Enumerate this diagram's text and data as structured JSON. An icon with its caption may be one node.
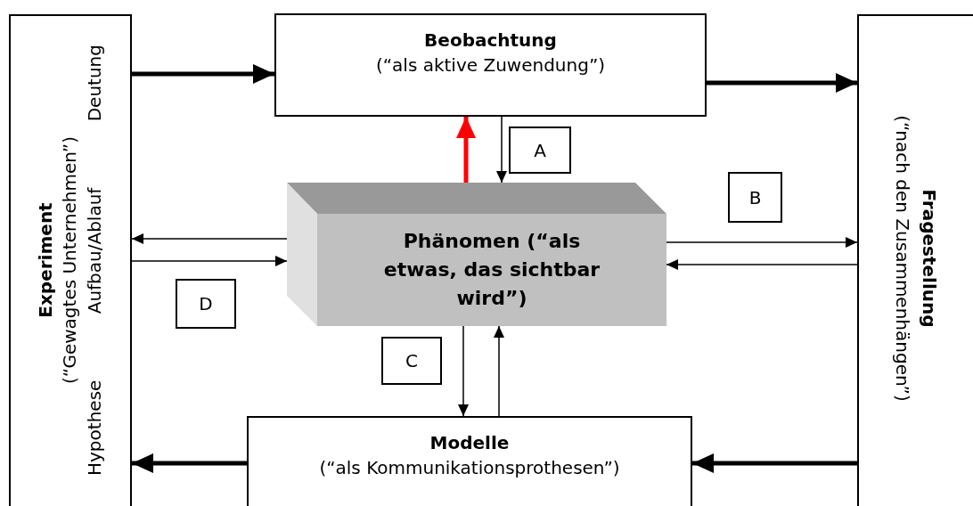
{
  "diagram": {
    "nodes": [
      {
        "text": [
          "Experiment",
          "(“Gewagtes Unternehmen”)",
          "Hypothese",
          "Aufbau/Ablauf",
          "Deutung"
        ]
      },
      {
        "text": [
          "Beobachtung",
          "(“als aktive Zuwendung”)"
        ]
      },
      {
        "text": [
          "Fragestellung",
          "(“nach den Zusammenhängen”)"
        ]
      },
      {
        "text": [
          "Phänomen (“als etwas, das sichtbar wird”)"
        ]
      },
      {
        "text": [
          "Modelle",
          "(“als Kommunikationsprothesen”)"
        ]
      },
      {
        "text": [
          "A"
        ]
      },
      {
        "text": [
          "B"
        ]
      },
      {
        "text": [
          "C"
        ]
      },
      {
        "text": [
          "D"
        ]
      }
    ],
    "edges": [
      {
        "from": 0,
        "to": 1,
        "arrow": "to",
        "style": "thick"
      },
      {
        "from": 1,
        "to": 2,
        "arrow": "to",
        "style": "thick"
      },
      {
        "from": 2,
        "to": 4,
        "arrow": "to",
        "style": "thick"
      },
      {
        "from": 4,
        "to": 0,
        "arrow": "to",
        "style": "thick"
      },
      {
        "from": 3,
        "to": 1,
        "arrow": "to",
        "style": "thick",
        "color": "#ff0000"
      },
      {
        "from": 1,
        "to": 3,
        "arrow": "to"
      },
      {
        "from": 3,
        "to": 0,
        "arrow": "to"
      },
      {
        "from": 0,
        "to": 3,
        "arrow": "to"
      },
      {
        "from": 3,
        "to": 2,
        "arrow": "to"
      },
      {
        "from": 2,
        "to": 3,
        "arrow": "to"
      },
      {
        "from": 3,
        "to": 4,
        "arrow": "to"
      },
      {
        "from": 4,
        "to": 3,
        "arrow": "to"
      }
    ]
  }
}
